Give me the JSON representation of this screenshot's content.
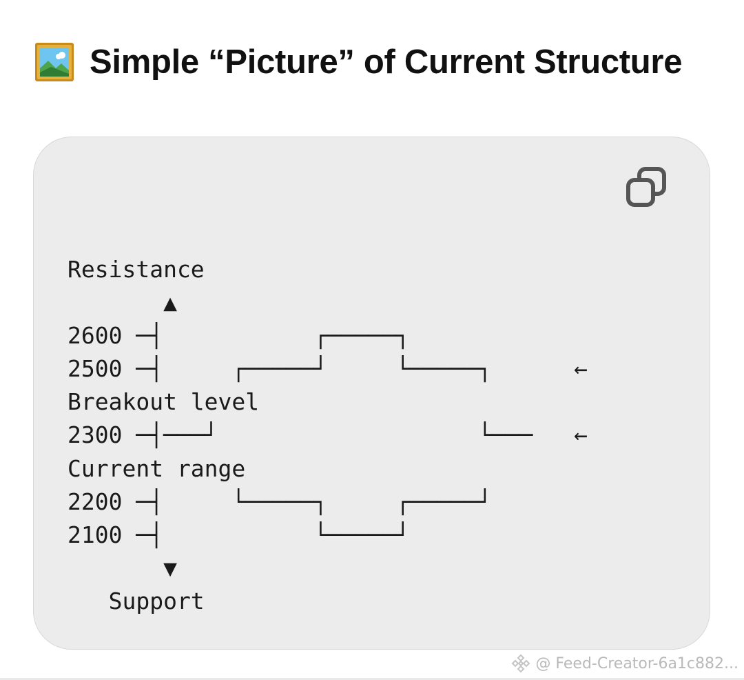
{
  "heading": {
    "icon": "framed-picture-icon",
    "text": "Simple “Picture” of Current Structure"
  },
  "code_block": {
    "copy_icon": "copy-icon",
    "lines": [
      "Resistance",
      "       ▲",
      "2600 ─┤",
      "2500 ─┤     ┌─────┘     └─────┐      ←",
      "Breakout level",
      "2300 ─┤───┘                   └───   ←",
      "Current range",
      "2200 ─┤     └─────┐     ┌─────┘",
      "2100 ─┤",
      "       ▼",
      "   Support"
    ],
    "extra_segment": "┌─────┐"
  },
  "watermark": {
    "logo_icon": "platform-logo-icon",
    "text": "@ Feed-Creator-6a1c882..."
  },
  "colors": {
    "text": "#1a1a1a",
    "card_background": "#ececec",
    "icon_gray": "#555555",
    "watermark": "#b9b9b9"
  }
}
